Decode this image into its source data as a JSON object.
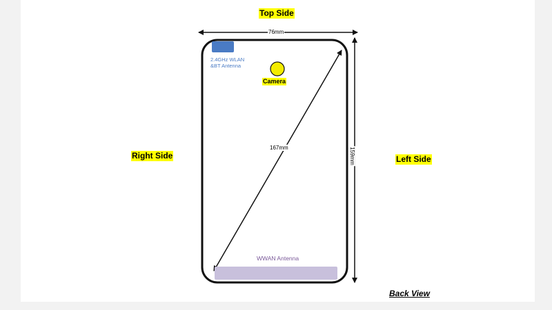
{
  "labels": {
    "top_side": "Top Side",
    "right_side": "Right Side",
    "left_side": "Left Side",
    "back_view": "Back View"
  },
  "dimensions": {
    "width": "76mm",
    "height": "159mm",
    "diagonal": "167mm"
  },
  "components": {
    "wlan_antenna_line1": "2.4GHz WLAN",
    "wlan_antenna_line2": "&BT Antenna",
    "camera": "Camera",
    "wwan_antenna": "WWAN Antenna"
  },
  "colors": {
    "highlight": "#ffff00",
    "wlan_antenna": "#4a7bc4",
    "camera": "#f4ec00",
    "wwan_antenna": "#c8c0dc",
    "wwan_text": "#7b5a9a",
    "outline": "#111111"
  }
}
